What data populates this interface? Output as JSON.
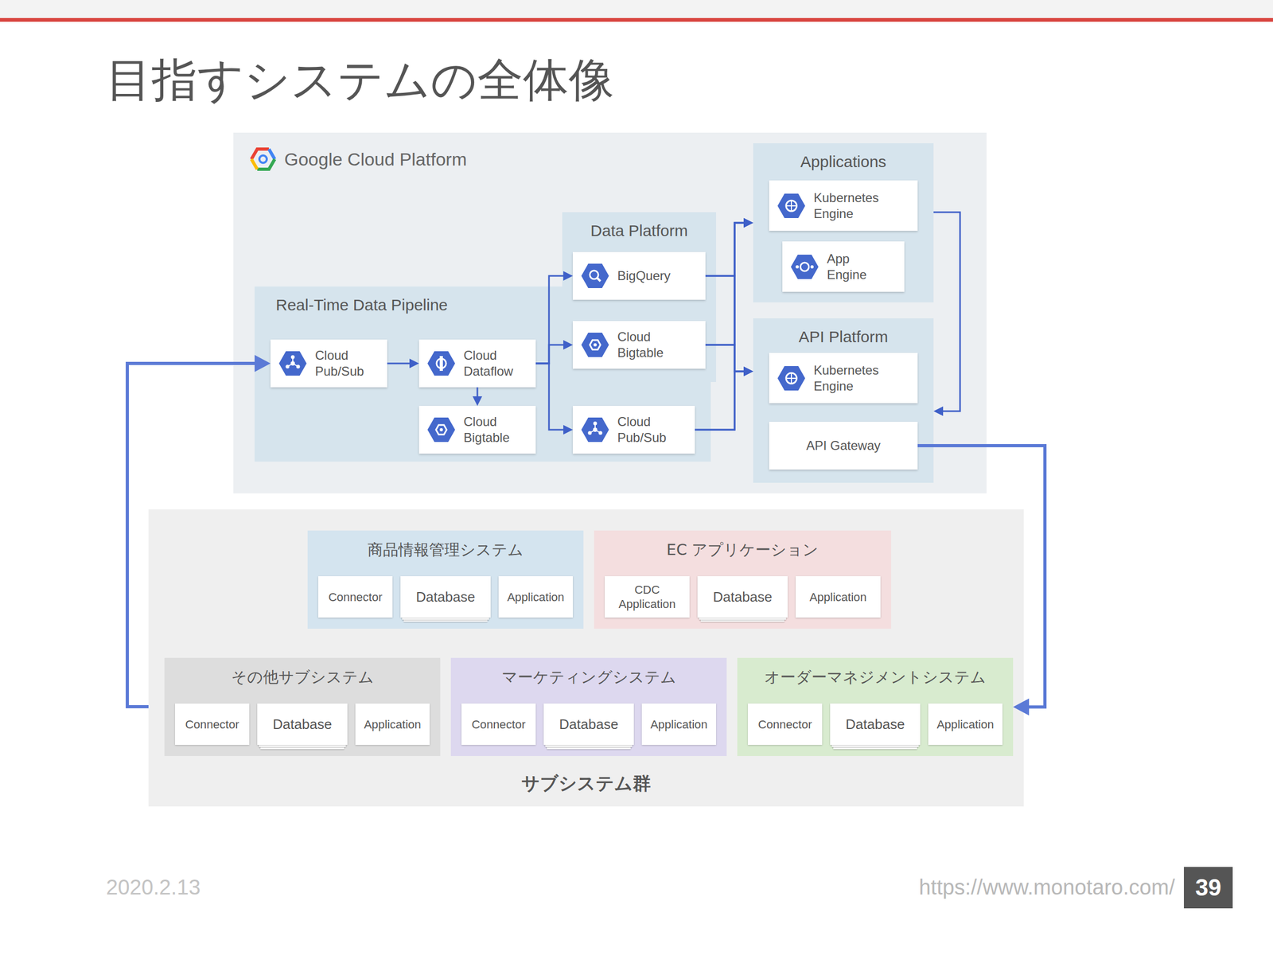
{
  "diagram": {
    "title": "目指すシステムの全体像",
    "nodes": [
      {
        "text": [
          "Google Cloud Platform"
        ]
      },
      {
        "text": [
          "Real-Time Data Pipeline"
        ],
        "in": 0
      },
      {
        "text": [
          "Cloud Pub/Sub"
        ],
        "in": 1
      },
      {
        "text": [
          "Cloud Dataflow"
        ],
        "in": 1
      },
      {
        "text": [
          "Cloud Bigtable"
        ],
        "in": 1
      },
      {
        "text": [
          "Cloud Pub/Sub"
        ],
        "in": 1
      },
      {
        "text": [
          "Data Platform"
        ],
        "in": 0
      },
      {
        "text": [
          "BigQuery"
        ],
        "in": 6
      },
      {
        "text": [
          "Cloud Bigtable"
        ],
        "in": 6
      },
      {
        "text": [
          "Applications"
        ],
        "in": 0
      },
      {
        "text": [
          "Kubernetes Engine"
        ],
        "in": 9
      },
      {
        "text": [
          "App Engine"
        ],
        "in": 9
      },
      {
        "text": [
          "API Platform"
        ],
        "in": 0
      },
      {
        "text": [
          "Kubernetes Engine"
        ],
        "in": 12
      },
      {
        "text": [
          "API Gateway"
        ],
        "in": 12
      },
      {
        "text": [
          "サブシステム群"
        ]
      },
      {
        "text": [
          "商品情報管理システム"
        ],
        "in": 15
      },
      {
        "text": [
          "Connector"
        ],
        "in": 16
      },
      {
        "text": [
          "Database"
        ],
        "in": 16
      },
      {
        "text": [
          "Application"
        ],
        "in": 16
      },
      {
        "text": [
          "EC アプリケーション"
        ],
        "in": 15
      },
      {
        "text": [
          "CDC Application"
        ],
        "in": 20
      },
      {
        "text": [
          "Database"
        ],
        "in": 20
      },
      {
        "text": [
          "Application"
        ],
        "in": 20
      },
      {
        "text": [
          "その他サブシステム"
        ],
        "in": 15
      },
      {
        "text": [
          "Connector"
        ],
        "in": 24
      },
      {
        "text": [
          "Database"
        ],
        "in": 24
      },
      {
        "text": [
          "Application"
        ],
        "in": 24
      },
      {
        "text": [
          "マーケティングシステム"
        ],
        "in": 15
      },
      {
        "text": [
          "Connector"
        ],
        "in": 28
      },
      {
        "text": [
          "Database"
        ],
        "in": 28
      },
      {
        "text": [
          "Application"
        ],
        "in": 28
      },
      {
        "text": [
          "オーダーマネジメントシステム"
        ],
        "in": 15
      },
      {
        "text": [
          "Connector"
        ],
        "in": 32
      },
      {
        "text": [
          "Database"
        ],
        "in": 32
      },
      {
        "text": [
          "Application"
        ],
        "in": 32
      }
    ],
    "edges": [
      {
        "from": 2,
        "to": 3,
        "arrow": "to"
      },
      {
        "from": 3,
        "to": 4,
        "arrow": "to"
      },
      {
        "from": 3,
        "to": 7,
        "arrow": "to"
      },
      {
        "from": 3,
        "to": 8,
        "arrow": "to"
      },
      {
        "from": 3,
        "to": 5,
        "arrow": "to"
      },
      {
        "from": 7,
        "to": 9,
        "arrow": "to"
      },
      {
        "from": 7,
        "to": 12,
        "arrow": "to"
      },
      {
        "from": 8,
        "to": 9,
        "arrow": "to"
      },
      {
        "from": 8,
        "to": 12,
        "arrow": "to"
      },
      {
        "from": 5,
        "to": 9,
        "arrow": "to"
      },
      {
        "from": 5,
        "to": 12,
        "arrow": "to"
      },
      {
        "from": 9,
        "to": 12,
        "arrow": "to"
      },
      {
        "from": 14,
        "to": 32,
        "arrow": "to"
      },
      {
        "from": 15,
        "to": 2,
        "arrow": "to"
      }
    ],
    "labels": [
      "2020.2.13",
      "https://www.monotaro.com/",
      "39"
    ]
  }
}
